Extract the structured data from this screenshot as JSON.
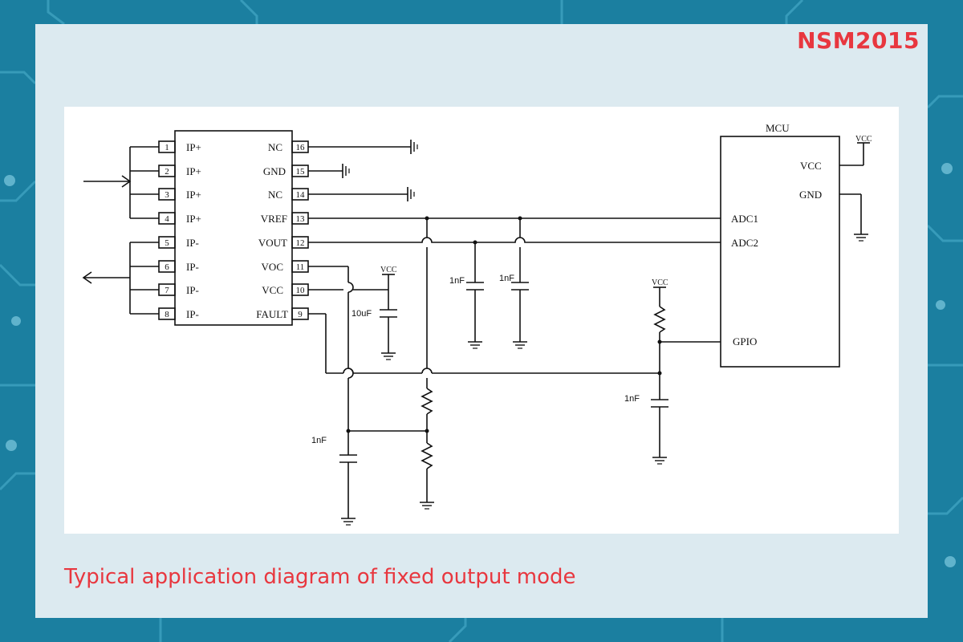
{
  "header": {
    "part_number": "NSM2015"
  },
  "caption": "Typical application diagram of fixed output mode",
  "chip": {
    "left_pins": [
      {
        "num": "1",
        "name": "IP+"
      },
      {
        "num": "2",
        "name": "IP+"
      },
      {
        "num": "3",
        "name": "IP+"
      },
      {
        "num": "4",
        "name": "IP+"
      },
      {
        "num": "5",
        "name": "IP-"
      },
      {
        "num": "6",
        "name": "IP-"
      },
      {
        "num": "7",
        "name": "IP-"
      },
      {
        "num": "8",
        "name": "IP-"
      }
    ],
    "right_pins": [
      {
        "num": "16",
        "name": "NC"
      },
      {
        "num": "15",
        "name": "GND"
      },
      {
        "num": "14",
        "name": "NC"
      },
      {
        "num": "13",
        "name": "VREF"
      },
      {
        "num": "12",
        "name": "VOUT"
      },
      {
        "num": "11",
        "name": "VOC"
      },
      {
        "num": "10",
        "name": "VCC"
      },
      {
        "num": "9",
        "name": "FAULT"
      }
    ]
  },
  "mcu": {
    "title": "MCU",
    "vcc_pin": "VCC",
    "gnd_pin": "GND",
    "adc1": "ADC1",
    "adc2": "ADC2",
    "gpio": "GPIO",
    "supply": "VCC"
  },
  "components": {
    "decoupling_supply": "VCC",
    "decoupling_cap": "10uF",
    "vref_cap": "1nF",
    "vout_cap": "1nF",
    "pullup_supply": "VCC",
    "gpio_cap": "1nF",
    "voc_cap": "1nF"
  }
}
